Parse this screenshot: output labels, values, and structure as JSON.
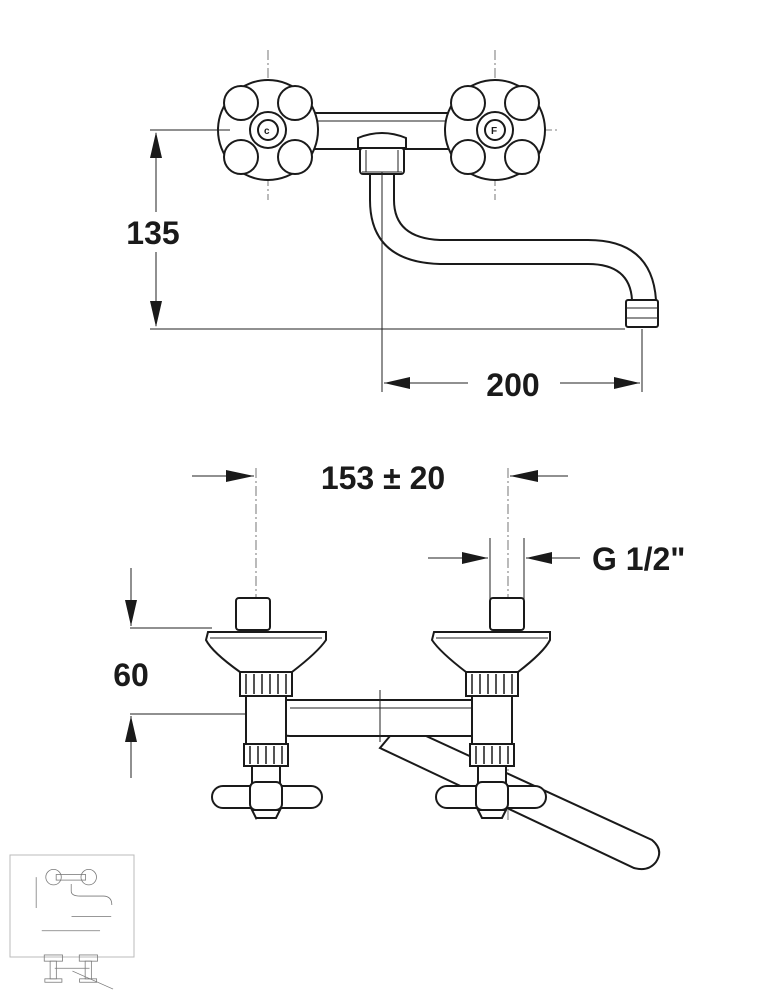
{
  "dimensions": {
    "height_top": "135",
    "reach": "200",
    "center_distance": "153 ± 20",
    "connection": "G 1/2\"",
    "height_front": "60"
  },
  "thumbnail": {
    "icon": "drawing-thumbnail-icon"
  }
}
